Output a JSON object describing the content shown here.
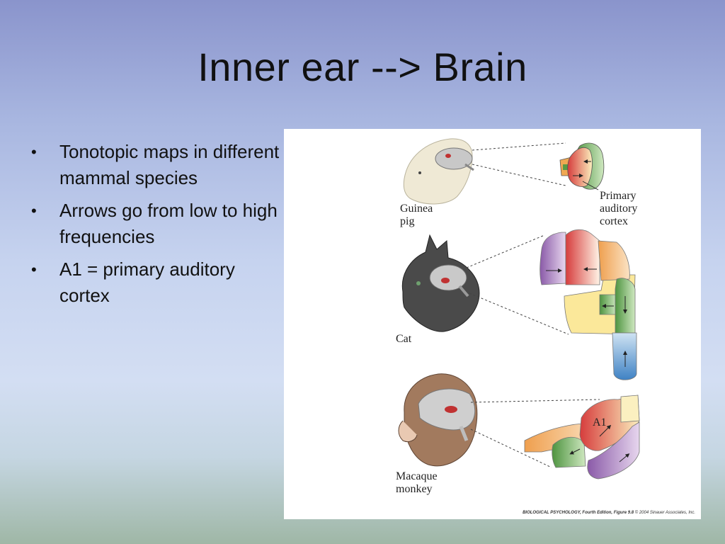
{
  "slide": {
    "title": "Inner ear --> Brain",
    "bullets": [
      "Tonotopic maps in different mammal species",
      "Arrows go from low to high frequencies",
      "A1 = primary auditory cortex"
    ]
  },
  "figure": {
    "labels": {
      "guinea_pig": "Guinea\npig",
      "primary_auditory_cortex": "Primary\nauditory\ncortex",
      "cat": "Cat",
      "macaque": "Macaque\nmonkey",
      "a1": "A1"
    },
    "credit_bold": "BIOLOGICAL PSYCHOLOGY, Fourth Edition, Figure 9.8",
    "credit_rest": "© 2004 Sinauer Associates, Inc.",
    "colors": {
      "red": "#d94a48",
      "orange": "#eea35a",
      "green": "#5a9a45",
      "purple": "#8e64a8",
      "yellow": "#fbe89a",
      "blue": "#4a8cc8",
      "pale_yellow": "#fbf0c0"
    }
  }
}
